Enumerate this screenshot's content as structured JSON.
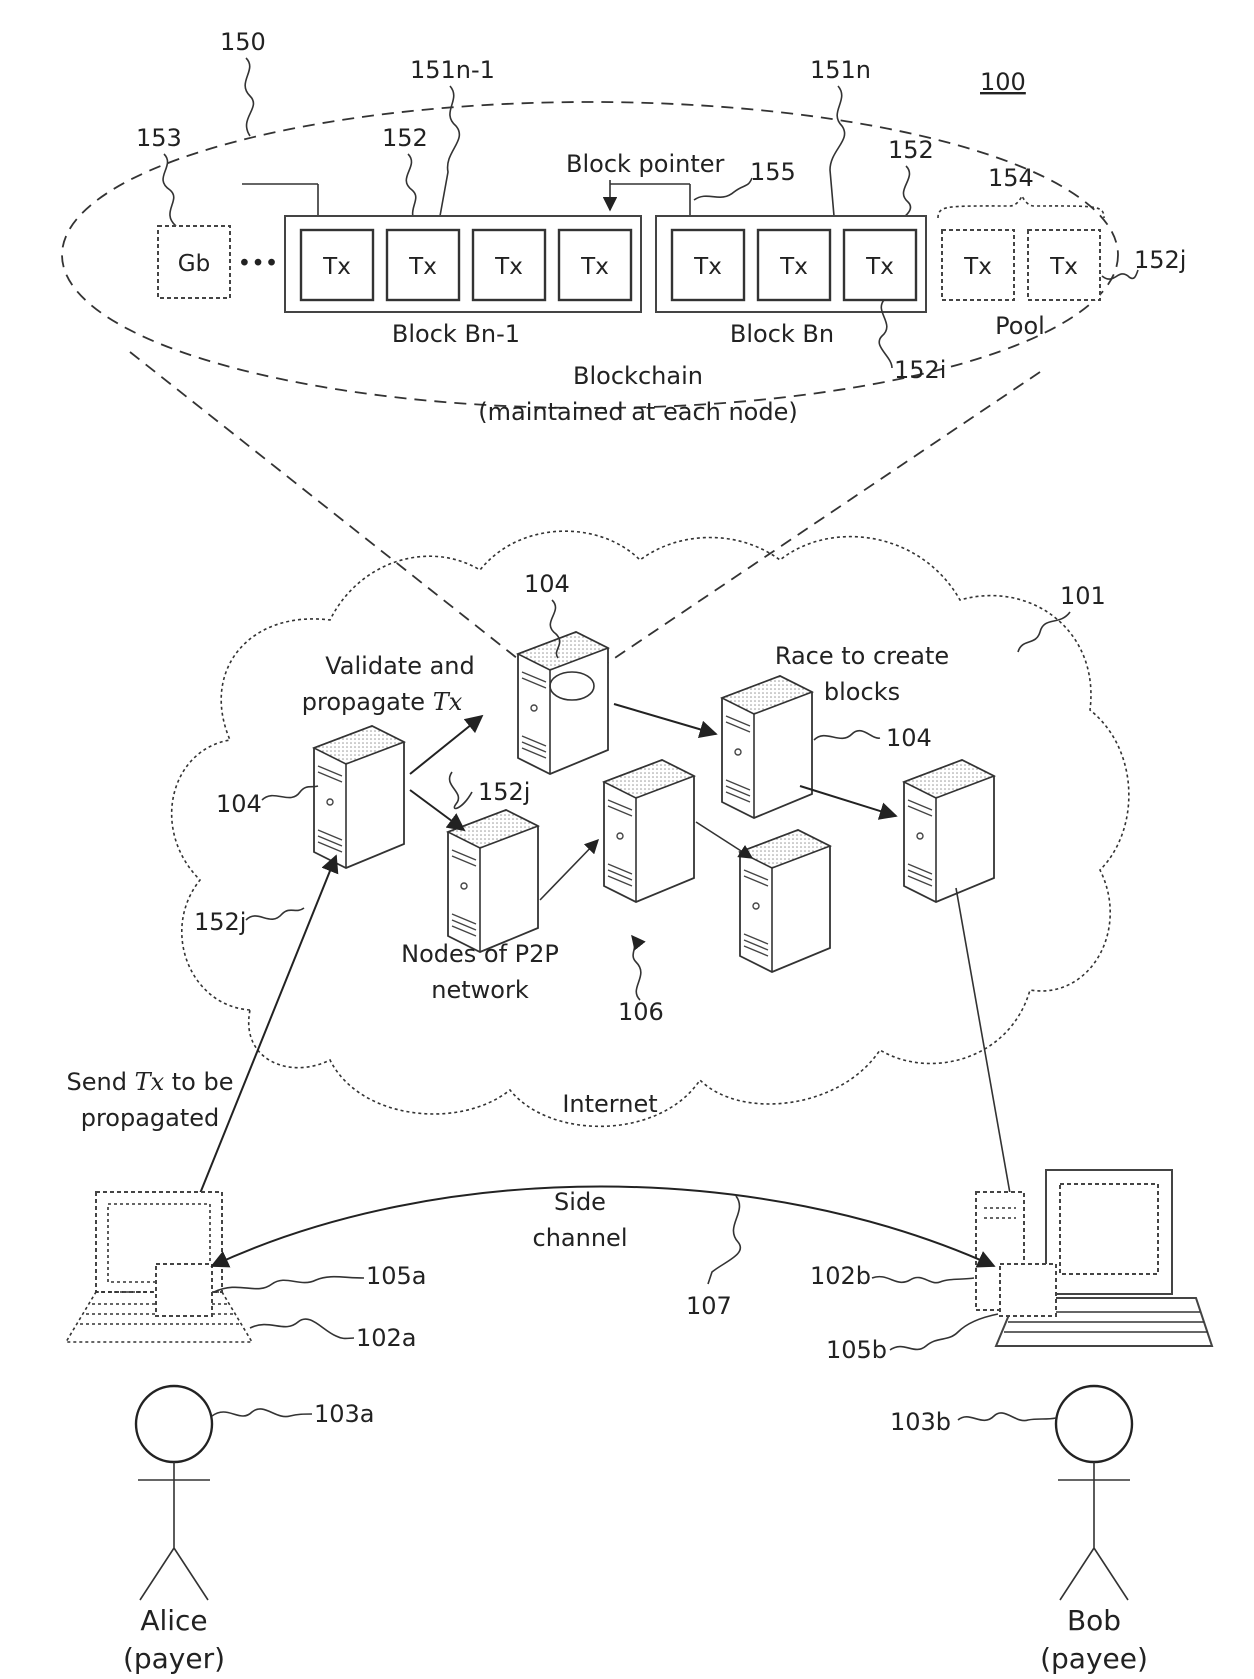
{
  "refs": {
    "r100": "100",
    "r150": "150",
    "r151n1": "151n-1",
    "r151n": "151n",
    "r152a": "152",
    "r152b": "152",
    "r153": "153",
    "r154": "154",
    "r155": "155",
    "r152j_top": "152j",
    "r152i": "152i",
    "r101": "101",
    "r104_top": "104",
    "r104_left": "104",
    "r104_right": "104",
    "r152j_mid": "152j",
    "r152j_left": "152j",
    "r106": "106",
    "r105a": "105a",
    "r102a": "102a",
    "r102b": "102b",
    "r105b": "105b",
    "r107": "107",
    "r103a": "103a",
    "r103b": "103b"
  },
  "blockchain": {
    "genesis": "Gb",
    "ellipsis": "•••",
    "tx": "Tx",
    "block_pointer": "Block pointer",
    "block_n1": "Block Bn-1",
    "block_n": "Block Bn",
    "pool": "Pool",
    "title_line1": "Blockchain",
    "title_line2": "(maintained at each node)"
  },
  "network": {
    "validate_line1": "Validate and",
    "validate_line2_a": "propagate ",
    "validate_line2_b": "Tx",
    "race_line1": "Race to create",
    "race_line2": "blocks",
    "nodes_line1": "Nodes of P2P",
    "nodes_line2": "network",
    "internet": "Internet"
  },
  "parties": {
    "send_line1_a": "Send ",
    "send_line1_b": "Tx",
    "send_line1_c": " to be",
    "send_line2": "propagated",
    "side_line1": "Side",
    "side_line2": "channel",
    "alice_name": "Alice",
    "alice_role": "(payer)",
    "bob_name": "Bob",
    "bob_role": "(payee)"
  }
}
